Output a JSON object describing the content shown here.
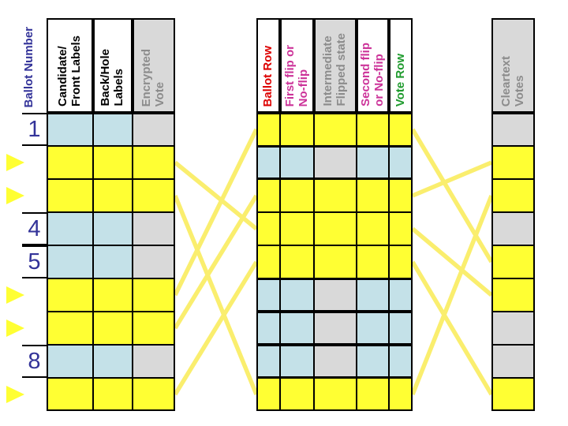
{
  "diagram": {
    "background": "#FFFFFF",
    "colors": {
      "hidden_cell": "#FFFF33",
      "revealed_teal": "#C4E1E8",
      "revealed_gray": "#D9D9D9",
      "link_line": "#FAEE6E",
      "arrow": "#FFFF33",
      "border": "#000000",
      "ballot_number_text": "#333399"
    },
    "left_table": {
      "ballot_number_header": {
        "label": "Ballot Number",
        "color": "#333399"
      },
      "columns": [
        {
          "label": "Candidate/\nFront Labels",
          "text_color": "#000000",
          "header_bg": "#FFFFFF",
          "revealed_bg": "#C4E1E8"
        },
        {
          "label": "Back/Hole\nLabels",
          "text_color": "#000000",
          "header_bg": "#FFFFFF",
          "revealed_bg": "#C4E1E8"
        },
        {
          "label": "Encrypted\nVote",
          "text_color": "#8C8C8C",
          "header_bg": "#D9D9D9",
          "revealed_bg": "#D9D9D9"
        }
      ],
      "rows": [
        {
          "num": "1",
          "state": "revealed",
          "arrow": false
        },
        {
          "num": "",
          "state": "hidden",
          "arrow": true
        },
        {
          "num": "",
          "state": "hidden",
          "arrow": true
        },
        {
          "num": "4",
          "state": "revealed",
          "arrow": false
        },
        {
          "num": "5",
          "state": "revealed",
          "arrow": false
        },
        {
          "num": "",
          "state": "hidden",
          "arrow": true
        },
        {
          "num": "",
          "state": "hidden",
          "arrow": true
        },
        {
          "num": "8",
          "state": "revealed",
          "arrow": false
        },
        {
          "num": "",
          "state": "hidden",
          "arrow": true
        }
      ]
    },
    "middle_table": {
      "columns": [
        {
          "label": "Ballot Row",
          "text_color": "#DD0000",
          "header_bg": "#FFFFFF",
          "revealed_bg": "#C4E1E8"
        },
        {
          "label": "First flip or\nNo-flip",
          "text_color": "#CC3399",
          "header_bg": "#FFFFFF",
          "revealed_bg": "#C4E1E8"
        },
        {
          "label": "Intermediate\nFlipped state",
          "text_color": "#8C8C8C",
          "header_bg": "#D9D9D9",
          "revealed_bg": "#D9D9D9"
        },
        {
          "label": "Second flip\nor No-flip",
          "text_color": "#CC3399",
          "header_bg": "#FFFFFF",
          "revealed_bg": "#C4E1E8"
        },
        {
          "label": "Vote Row",
          "text_color": "#1F9B2E",
          "header_bg": "#FFFFFF",
          "revealed_bg": "#C4E1E8"
        }
      ],
      "rows": [
        {
          "state": "hidden"
        },
        {
          "state": "revealed"
        },
        {
          "state": "hidden"
        },
        {
          "state": "hidden"
        },
        {
          "state": "hidden"
        },
        {
          "state": "revealed"
        },
        {
          "state": "revealed"
        },
        {
          "state": "revealed"
        },
        {
          "state": "hidden"
        }
      ]
    },
    "right_table": {
      "columns": [
        {
          "label": "Cleartext\nVotes",
          "text_color": "#8C8C8C",
          "header_bg": "#D9D9D9",
          "revealed_bg": "#D9D9D9"
        }
      ],
      "rows": [
        {
          "state": "revealed"
        },
        {
          "state": "hidden"
        },
        {
          "state": "hidden"
        },
        {
          "state": "revealed"
        },
        {
          "state": "hidden"
        },
        {
          "state": "hidden"
        },
        {
          "state": "revealed"
        },
        {
          "state": "revealed"
        },
        {
          "state": "hidden"
        }
      ]
    },
    "links": {
      "left_gap": [
        {
          "from": 2,
          "to": 4
        },
        {
          "from": 3,
          "to": 9
        },
        {
          "from": 6,
          "to": 1
        },
        {
          "from": 7,
          "to": 3
        },
        {
          "from": 9,
          "to": 5
        }
      ],
      "right_gap": [
        {
          "from": 1,
          "to": 5
        },
        {
          "from": 3,
          "to": 2
        },
        {
          "from": 4,
          "to": 6
        },
        {
          "from": 5,
          "to": 9
        },
        {
          "from": 9,
          "to": 3
        }
      ]
    }
  }
}
